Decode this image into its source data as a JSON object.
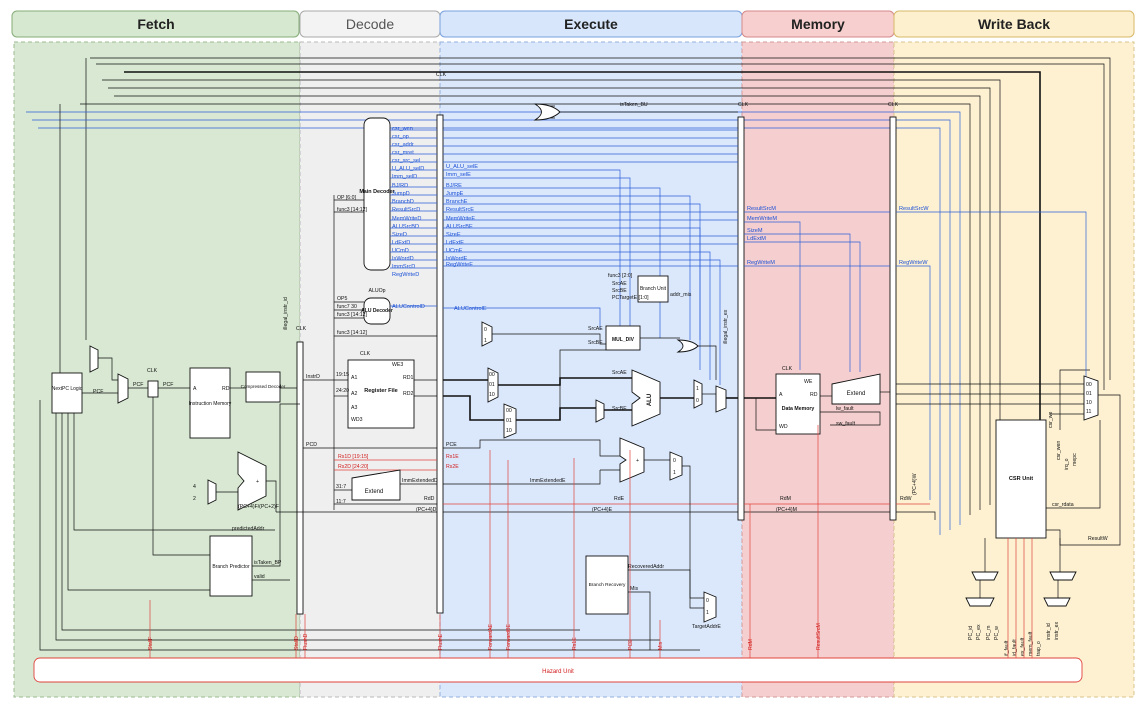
{
  "stages": {
    "fetch": "Fetch",
    "decode": "Decode",
    "execute": "Execute",
    "memory": "Memory",
    "writeback": "Write Back"
  },
  "blocks": {
    "next_pc": "NextPC Logic",
    "instr_mem": "Instruction Memory",
    "compressed": "Compressed Decoder",
    "register_file": "Register File",
    "main_decoder": "Main Decoder",
    "alu_decoder": "ALU Decoder",
    "alu_decoder_side": "ALUOp",
    "extend_d": "Extend",
    "branch_unit": "Branch Unit",
    "mul_div": "MUL_DIV",
    "alu": "ALU",
    "branch_predictor": "Branch Predictor",
    "branch_recovery": "Branch Recovery",
    "data_memory": "Data Memory",
    "extend_m": "Extend",
    "csr_unit": "CSR Unit",
    "hazard_unit": "Hazard Unit"
  },
  "labels": {
    "clk": "CLK",
    "pcf": "PCF",
    "pcf2": "PCF",
    "instrd": "InstrD",
    "pcd": "PCD",
    "pce": "PCE",
    "rd1": "RD1",
    "rd2": "RD2",
    "a1": "A1",
    "a2": "A2",
    "a3": "A3",
    "wd3": "WD3",
    "we3": "WE3",
    "a": "A",
    "rd": "RD",
    "we": "WE",
    "wd": "WD",
    "rs1d": "Rs1D [19:15]",
    "rs2d": "Rs2D [24:20]",
    "rs1e": "Rs1E",
    "rs2e": "Rs2E",
    "rde": "RdE",
    "rdd": "RdD",
    "rdm": "RdM",
    "rdw": "RdW",
    "immextd": "ImmExtendedD",
    "immexte": "ImmExtendedE",
    "pc4d": "(PC+4)D",
    "pc4e": "(PC+4)E",
    "pc4m": "(PC+4)M",
    "pc4w": "(PC+4)W",
    "pc4f": "(PC+4)F/(PC+2)F",
    "predicted": "predictedAddr",
    "istaken_bp": "isTaken_BP",
    "valid": "valid",
    "istaken_bu": "isTaken_BU",
    "recovered": "RecoveredAddr",
    "mis": "Mis",
    "target": "TargetAddrE",
    "srcae": "SrcAE",
    "srcbe": "SrcBE",
    "resultw": "ResultW",
    "csr_rdata": "csr_rdata",
    "lw_fault": "lw_fault",
    "sw_fault": "sw_fault",
    "illegal_instr_id": "illegal_instr_id",
    "illegal_instr_ex": "illegal_instr_ex",
    "op": "OP [6:0]",
    "func3": "func3 [14:12]",
    "func3b": "func3 [14:12]",
    "op5": "OP5",
    "func7": "func7 30",
    "func3c": "func3 [14:12]",
    "func3d": "func3 [14:12]",
    "b31_7": "31:7",
    "b11_7": "11:7",
    "b24_20": "24:20",
    "b19_15": "19:15",
    "four": "4",
    "two": "2",
    "zero": "0",
    "one": "1",
    "m00": "00",
    "m01": "01",
    "m10": "10",
    "m11": "11",
    "funct3bu": "func3 [2:0]",
    "pctarget_bu": "PCTargetE [1:0]",
    "addr_mis": "addr_mis",
    "csr_we": "csr_we",
    "csr_wen_out": "csr_wen",
    "irq_o": "irq_o",
    "mepc": "mepc",
    "csr_t": "csr_t"
  },
  "ctrl_d": [
    "csr_wen",
    "csr_op",
    "csr_addr",
    "csr_mret",
    "csr_src_sel",
    "U_ALU_selD",
    "Imm_selD",
    "BJ/RD",
    "JumpD",
    "BranchD",
    "ResultSrcD",
    "MemWriteD",
    "ALUSrcBD",
    "SizeD",
    "LdExtD",
    "UCmD",
    "IsWordD",
    "ImmSrcD",
    "RegWriteD"
  ],
  "ctrl_e": [
    "U_ALU_selE",
    "Imm_selE",
    "BJ/RE",
    "JumpE",
    "BranchE",
    "ResultSrcE",
    "MemWriteE",
    "ALUSrcBE",
    "SizeE",
    "LdExtE",
    "UCmE",
    "IsWordE",
    "RegWriteE"
  ],
  "ctrl_m": [
    "ResultSrcM",
    "MemWriteM",
    "SizeM",
    "LdExtM",
    "RegWriteM"
  ],
  "ctrl_w": [
    "ResultSrcW",
    "RegWriteW"
  ],
  "alu_ctrl": [
    "ALUControlD",
    "ALUControlE"
  ],
  "hazard_signals": [
    "StallF",
    "StallD",
    "FlushD",
    "FlushE",
    "ForwardAE",
    "ForwardBE",
    "Rs1E",
    "PCE",
    "Mis",
    "RdM",
    "ResultSrcM"
  ],
  "csr_bottom": [
    "PC_id",
    "PC_ex",
    "PC_m",
    "PC_w",
    "instr_id",
    "instr_ex",
    "if_fault",
    "id_fault",
    "ex_fault",
    "mem_fault",
    "trap_o"
  ],
  "colors": {
    "fetch": "#d8e8d2",
    "decode": "#efefef",
    "execute": "#dbe8fb",
    "memory": "#f5cfcf",
    "writeback": "#fdf1d2",
    "wire_blue": "#2c5fd9",
    "wire_red": "#e0433d"
  }
}
